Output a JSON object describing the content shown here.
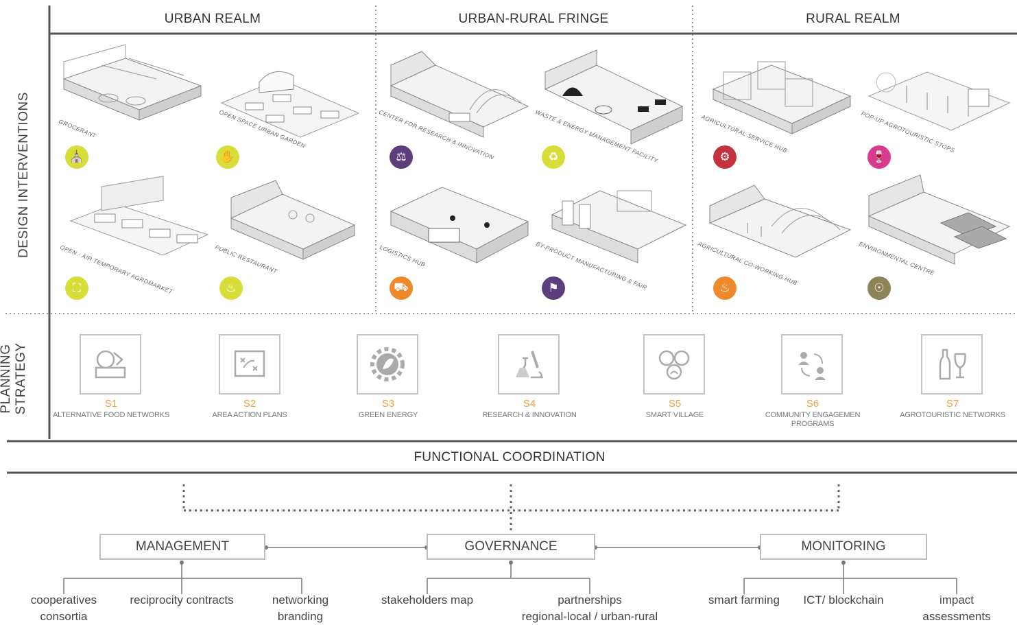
{
  "realms": {
    "urban": "URBAN REALM",
    "fringe": "URBAN-RURAL FRINGE",
    "rural": "RURAL REALM"
  },
  "side_labels": {
    "design": "DESIGN INTERVENTIONS",
    "planning": "PLANNING STRATEGY"
  },
  "interventions": [
    {
      "caption": "GROCERANT",
      "icon": "market-stall-icon",
      "color": "#d8dd3a"
    },
    {
      "caption": "OPEN SPACE URBAN GARDEN",
      "icon": "hand-plant-icon",
      "color": "#d8dd3a"
    },
    {
      "caption": "CENTER FOR RESEARCH & INNOVATION",
      "icon": "microscope-icon",
      "color": "#5b3f7c"
    },
    {
      "caption": "WASTE & ENERGY MANAGEMENT FACILITY",
      "icon": "recycle-icon",
      "color": "#d8dd3a"
    },
    {
      "caption": "AGRICULTURAL SERVICE HUB",
      "icon": "gear-icon",
      "color": "#c4323f"
    },
    {
      "caption": "POP-UP AGROTOURISTIC STOPS",
      "icon": "wine-icon",
      "color": "#d93a8e"
    },
    {
      "caption": "OPEN - AIR TEMPORARY AGROMARKET",
      "icon": "basket-icon",
      "color": "#d8dd3a"
    },
    {
      "caption": "PUBLIC RESTAURANT",
      "icon": "cutlery-icon",
      "color": "#d8dd3a"
    },
    {
      "caption": "LOGISTICS HUB",
      "icon": "truck-icon",
      "color": "#ee8a2c"
    },
    {
      "caption": "BY-PRODUCT MANUFACTURING & FAIR",
      "icon": "factory-icon",
      "color": "#5b3f7c"
    },
    {
      "caption": "AGRICULTURAL CO-WORKING HUB",
      "icon": "fork-knife-icon",
      "color": "#ee8a2c"
    },
    {
      "caption": "ENVIRONMENTAL CENTRE",
      "icon": "globe-icon",
      "color": "#8c8456"
    }
  ],
  "strategies": [
    {
      "code": "S1",
      "name": "ALTERNATIVE FOOD NETWORKS",
      "icon": "food-crate-icon"
    },
    {
      "code": "S2",
      "name": "AREA ACTION PLANS",
      "icon": "plan-map-icon"
    },
    {
      "code": "S3",
      "name": "GREEN ENERGY",
      "icon": "leaf-gear-icon"
    },
    {
      "code": "S4",
      "name": "RESEARCH & INNOVATION",
      "icon": "lab-microscope-icon"
    },
    {
      "code": "S5",
      "name": "SMART VILLAGE",
      "icon": "smart-network-icon"
    },
    {
      "code": "S6",
      "name": "COMMUNITY ENGAGEMEN PROGRAMS",
      "icon": "people-exchange-icon"
    },
    {
      "code": "S7",
      "name": "AGROTOURISTIC NETWORKS",
      "icon": "wine-glass-icon"
    }
  ],
  "functional": {
    "title": "FUNCTIONAL COORDINATION",
    "management": {
      "label": "MANAGEMENT",
      "items": [
        "cooperatives",
        "consortia",
        "reciprocity contracts",
        "networking",
        "branding"
      ]
    },
    "governance": {
      "label": "GOVERNANCE",
      "items": [
        "stakeholders map",
        "partnerships",
        "regional-local / urban-rural"
      ]
    },
    "monitoring": {
      "label": "MONITORING",
      "items": [
        "smart farming",
        "ICT/ blockchain",
        "impact",
        "assessments"
      ]
    }
  }
}
